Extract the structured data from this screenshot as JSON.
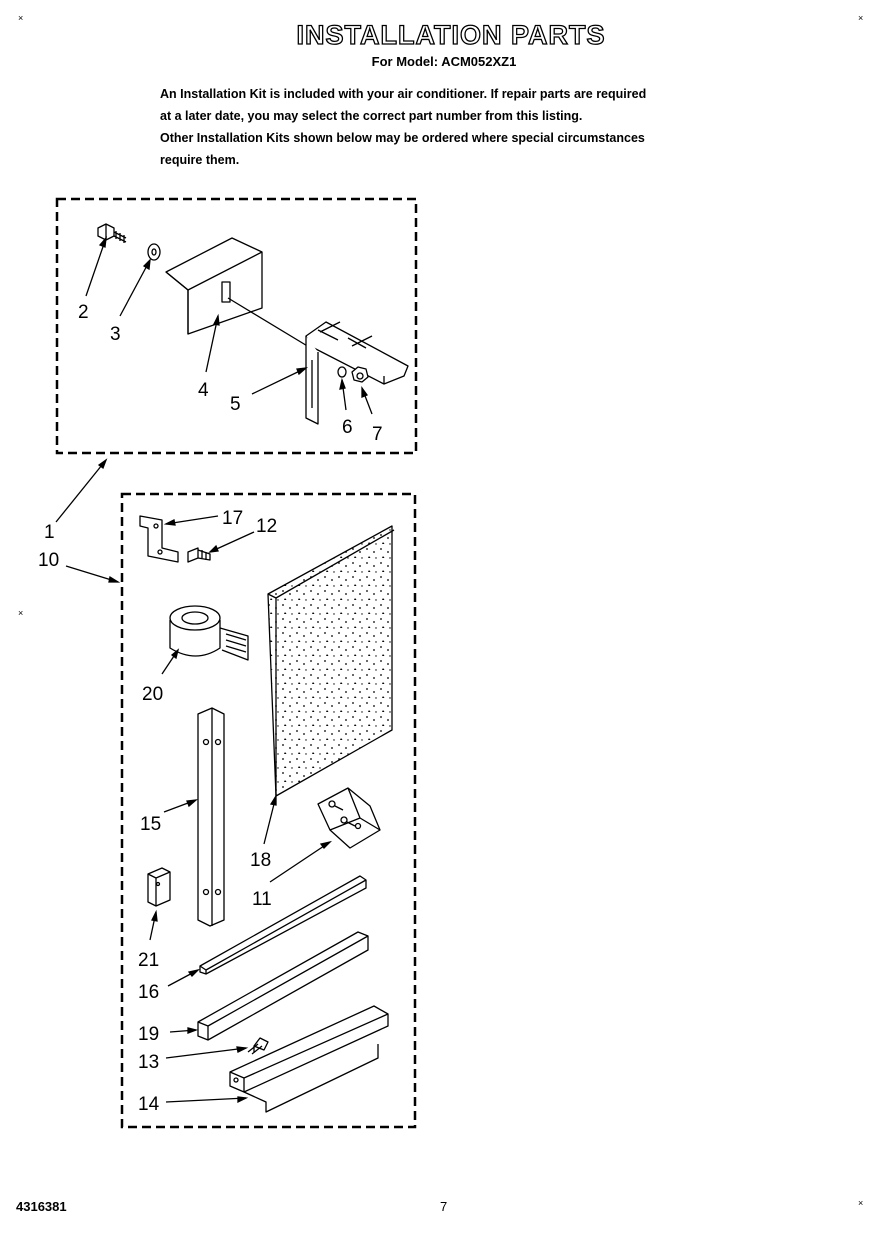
{
  "page": {
    "title": "INSTALLATION PARTS",
    "subtitle": "For Model: ACM052XZ1",
    "intro_lines": [
      "An Installation Kit is included with your air conditioner. If repair parts are required",
      "at a later date, you may select the correct part number from this listing.",
      "Other Installation Kits shown below may be ordered where special circumstances",
      "require them."
    ],
    "footer_code": "4316381",
    "page_number": "7"
  },
  "corner_marks": [
    "×",
    "×",
    "×",
    "×"
  ],
  "callouts": {
    "c1": "1",
    "c2": "2",
    "c3": "3",
    "c4": "4",
    "c5": "5",
    "c6": "6",
    "c7": "7",
    "c10": "10",
    "c11": "11",
    "c12": "12",
    "c13": "13",
    "c14": "14",
    "c15": "15",
    "c16": "16",
    "c17": "17",
    "c18": "18",
    "c19": "19",
    "c20": "20",
    "c21": "21"
  }
}
